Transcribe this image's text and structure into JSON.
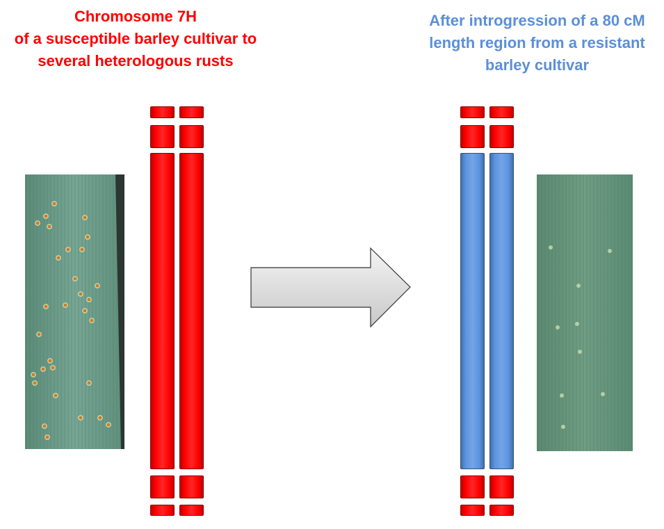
{
  "left_caption": {
    "lines": [
      "Chromosome 7H",
      "of a susceptible barley cultivar to",
      "several heterologous rusts"
    ],
    "color": "#ff0000"
  },
  "right_caption": {
    "lines": [
      "After introgression of a 80 cM",
      "length region from a resistant",
      "barley cultivar"
    ],
    "color": "#5b8fd8"
  },
  "colors": {
    "susceptible_segment": "#ff0000",
    "resistant_segment": "#5b94e0",
    "leaf": "#6b9a86",
    "rust_pustule": "#d07a2a",
    "arrow_fill": "#d9d9d9"
  },
  "icons": {
    "left_leaf": "rust-infected-leaf-image",
    "right_leaf": "resistant-leaf-image",
    "arrow": "right-arrow-shape"
  }
}
